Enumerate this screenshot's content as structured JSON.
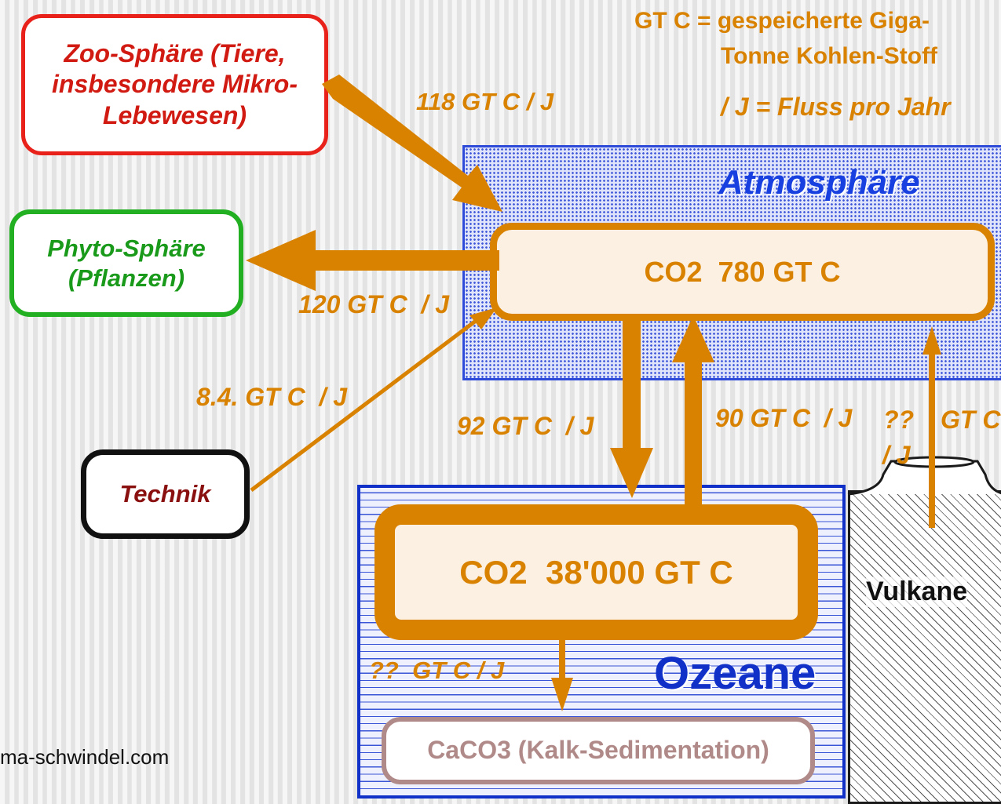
{
  "legend": {
    "line1": "GT C = gespeicherte Giga-",
    "line2": "Tonne Kohlen-Stoff",
    "line3": "/ J = Fluss pro Jahr"
  },
  "zoo": {
    "line1": "Zoo-Sphäre (Tiere,",
    "line2": "insbesondere Mikro-",
    "line3": "Lebewesen)"
  },
  "phyto": {
    "line1": "Phyto-Sphäre",
    "line2": "(Pflanzen)"
  },
  "technik": "Technik",
  "atmosphere": {
    "title": "Atmosphäre",
    "store": "CO2  780 GT C"
  },
  "ocean": {
    "title": "Ozeane",
    "store": "CO2  38'000 GT C",
    "sediment": "CaCO3 (Kalk-Sedimentation)"
  },
  "volcano": {
    "title": "Vulkane"
  },
  "flows": {
    "zoo": "118 GT C / J",
    "phyto": "120 GT C  / J",
    "technik": "8.4. GT C  / J",
    "to_ocean": "92 GT C  / J",
    "from_ocean": "90 GT C  / J",
    "volcano_q": "??",
    "volcano_unit": "GT C",
    "volcano_j": "/ J",
    "sediment": "??  GT C / J"
  },
  "source": "ma-schwindel.com",
  "colors": {
    "flow": "#d98200",
    "zoo_border": "#e8221a",
    "phyto_border": "#22b022",
    "atmo_title": "#1840e0",
    "ocean_title": "#1030c8",
    "store_fill": "#fbf0e2",
    "sediment_border": "#b08a88"
  }
}
